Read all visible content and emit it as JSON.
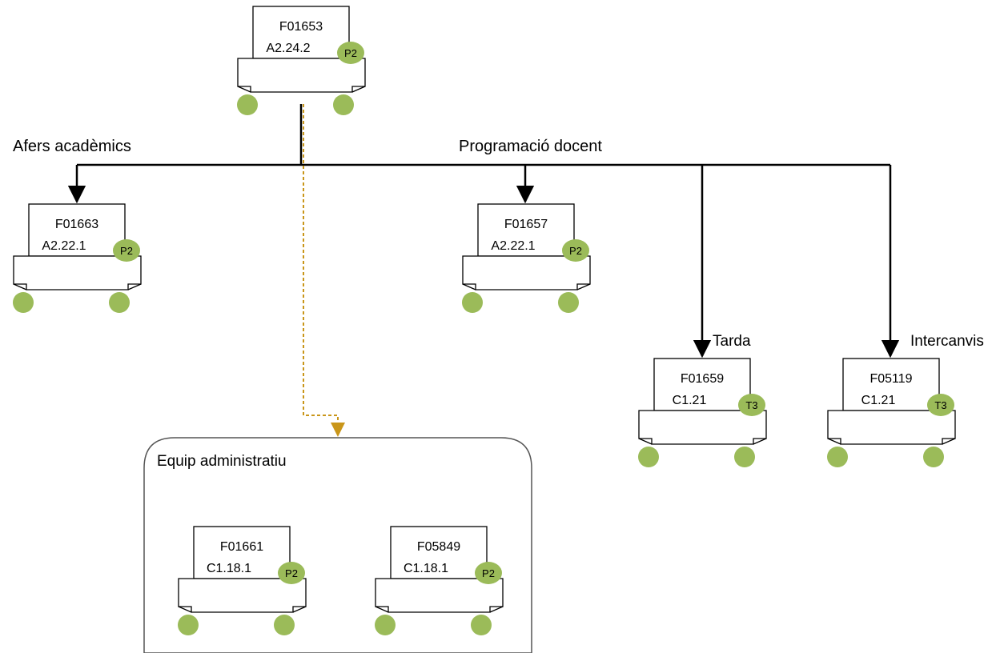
{
  "colors": {
    "badge": "#9bbb59",
    "line": "#000000",
    "dashed": "#c9961a",
    "box_stroke": "#000000",
    "group_stroke": "#555555"
  },
  "labels": {
    "afers": "Afers acadèmics",
    "programacio": "Programació docent",
    "tarda": "Tarda",
    "intercanvis": "Intercanvis",
    "equip": "Equip administratiu"
  },
  "nodes": [
    {
      "id": "n-f01653",
      "code": "F01653",
      "grade": "A2.24.2",
      "badge": "P2"
    },
    {
      "id": "n-f01663",
      "code": "F01663",
      "grade": "A2.22.1",
      "badge": "P2"
    },
    {
      "id": "n-f01657",
      "code": "F01657",
      "grade": "A2.22.1",
      "badge": "P2"
    },
    {
      "id": "n-f01659",
      "code": "F01659",
      "grade": "C1.21",
      "badge": "T3"
    },
    {
      "id": "n-f05119",
      "code": "F05119",
      "grade": "C1.21",
      "badge": "T3"
    },
    {
      "id": "n-f01661",
      "code": "F01661",
      "grade": "C1.18.1",
      "badge": "P2"
    },
    {
      "id": "n-f05849",
      "code": "F05849",
      "grade": "C1.18.1",
      "badge": "P2"
    }
  ]
}
